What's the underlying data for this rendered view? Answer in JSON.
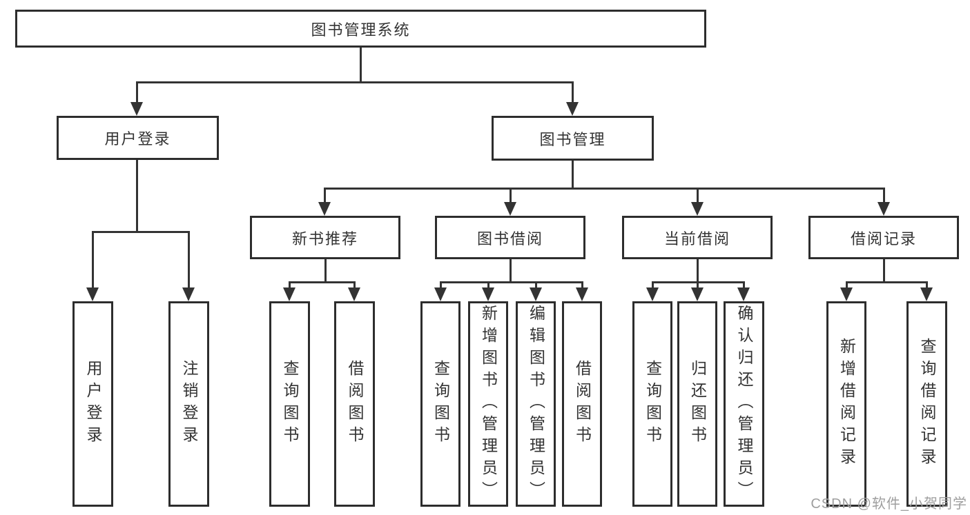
{
  "title": "图书管理系统",
  "tree": {
    "label": "图书管理系统",
    "children": [
      {
        "label": "用户登录",
        "children": [
          {
            "label": "用户登录"
          },
          {
            "label": "注销登录"
          }
        ]
      },
      {
        "label": "图书管理",
        "children": [
          {
            "label": "新书推荐",
            "children": [
              {
                "label": "查询图书"
              },
              {
                "label": "借阅图书"
              }
            ]
          },
          {
            "label": "图书借阅",
            "children": [
              {
                "label": "查询图书"
              },
              {
                "label": "新增图书（管理员）"
              },
              {
                "label": "编辑图书（管理员）"
              },
              {
                "label": "借阅图书"
              }
            ]
          },
          {
            "label": "当前借阅",
            "children": [
              {
                "label": "查询图书"
              },
              {
                "label": "归还图书"
              },
              {
                "label": "确认归还（管理员）"
              }
            ]
          },
          {
            "label": "借阅记录",
            "children": [
              {
                "label": "新增借阅记录"
              },
              {
                "label": "查询借阅记录"
              }
            ]
          }
        ]
      }
    ]
  },
  "watermark": {
    "text": "CSDN @软件_小贺同学"
  },
  "colors": {
    "line": "#333333",
    "box_border": "#2d2d2d",
    "text": "#333333",
    "watermark": "#9e9e9e",
    "background": "#ffffff"
  }
}
